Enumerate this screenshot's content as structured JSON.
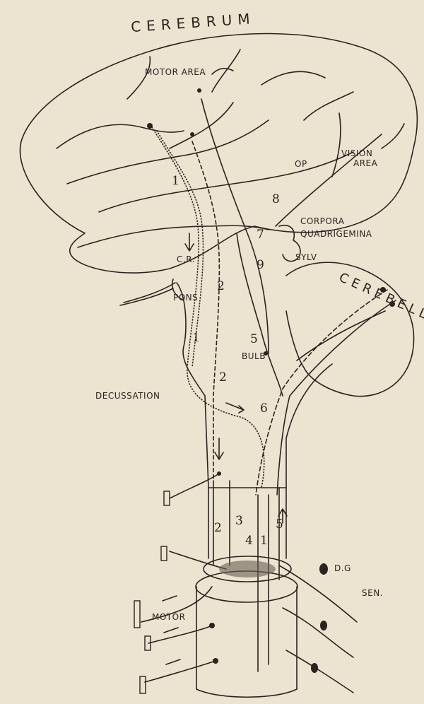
{
  "title_cerebrum": "CEREBRUM",
  "title_cerebellum": "CEREBELLUM",
  "labels": {
    "motor_area": "MOTOR AREA",
    "vision": "VISION",
    "area": "AREA",
    "op": "OP",
    "corpora": "CORPORA",
    "quadrigemina": "QUADRIGEMINA",
    "sylv": "SYLV",
    "cr": "C.R.",
    "pons": "PONS",
    "bulb": "BULB",
    "decussation": "DECUSSATION",
    "dg": "D.G",
    "sen": "SEN.",
    "motor": "MOTOR"
  },
  "numbers": {
    "n1_cortex": "1",
    "n8": "8",
    "n7": "7",
    "n9": "9",
    "n2_pons": "2",
    "n1_pons": "1",
    "n5_bulb": "5",
    "n2_decuss": "2",
    "n6": "6",
    "n2_cord": "2",
    "n3_cord": "3",
    "n4_cord": "4",
    "n1_cord": "1",
    "n5_cord": "5"
  }
}
